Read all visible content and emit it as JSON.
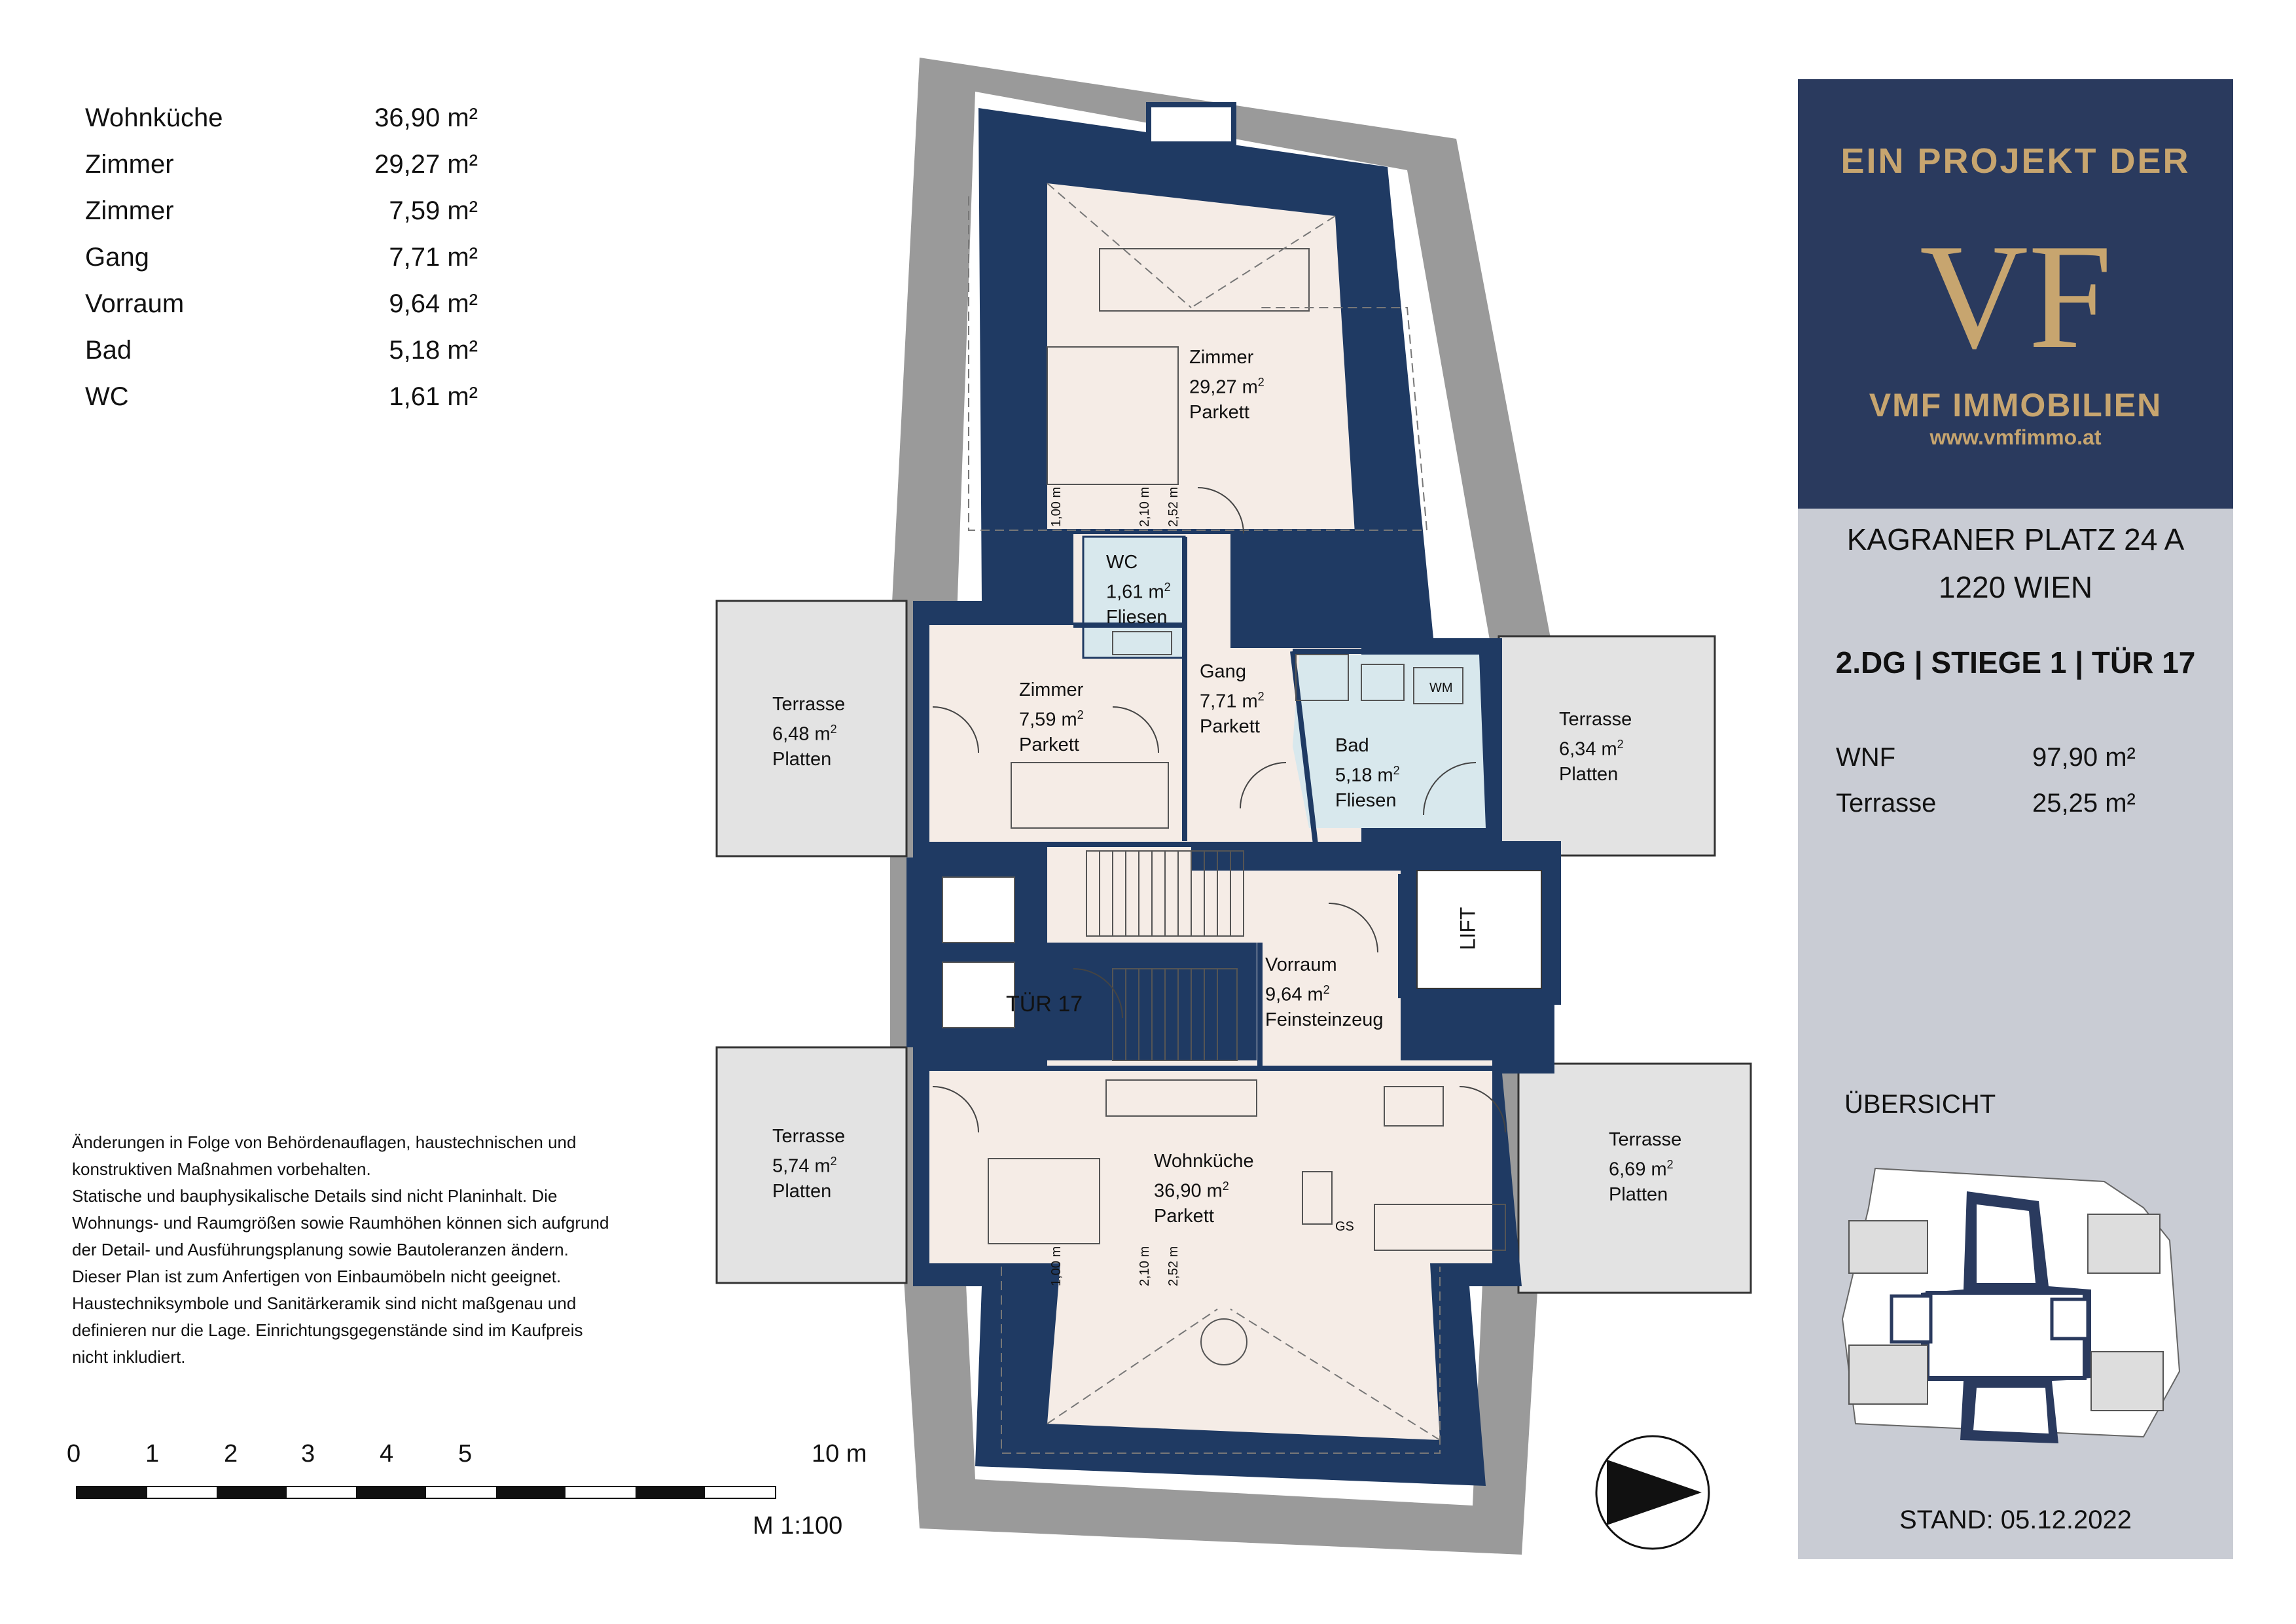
{
  "areas": [
    {
      "name": "Wohnküche",
      "value": "36,90 m²"
    },
    {
      "name": "Zimmer",
      "value": "29,27 m²"
    },
    {
      "name": "Zimmer",
      "value": "7,59 m²"
    },
    {
      "name": "Gang",
      "value": "7,71 m²"
    },
    {
      "name": "Vorraum",
      "value": "9,64 m²"
    },
    {
      "name": "Bad",
      "value": "5,18 m²"
    },
    {
      "name": "WC",
      "value": "1,61 m²"
    }
  ],
  "notes": "Änderungen in Folge von Behördenauflagen, haustechnischen und\nkonstruktiven Maßnahmen vorbehalten.\nStatische und bauphysikalische Details sind nicht Planinhalt. Die\nWohnungs- und Raumgrößen sowie Raumhöhen können sich aufgrund\nder Detail- und Ausführungsplanung sowie Bautoleranzen ändern.\nDieser Plan ist zum Anfertigen von Einbaumöbeln nicht geeignet.\nHaustechniksymbole und Sanitärkeramik sind nicht maßgenau und\ndefinieren nur die Lage. Einrichtungsgegenstände sind im Kaufpreis\nnicht inkludiert.",
  "scale": {
    "ticks": [
      "0",
      "1",
      "2",
      "3",
      "4",
      "5",
      "10 m"
    ],
    "label": "M 1:100"
  },
  "brand": {
    "tagline": "EIN PROJEKT DER",
    "logo": "VF",
    "name": "VMF IMMOBILIEN",
    "url": "www.vmfimmo.at",
    "accent": "#c7a56f",
    "background": "#2a3a5e"
  },
  "address": {
    "street": "KAGRANER PLATZ 24 A",
    "city": "1220 WIEN"
  },
  "unit": "2.DG | STIEGE 1 | TÜR 17",
  "totals": [
    {
      "label": "WNF",
      "value": "97,90 m²"
    },
    {
      "label": "Terrasse",
      "value": "25,25 m²"
    }
  ],
  "overview_label": "ÜBERSICHT",
  "stand": "STAND: 05.12.2022",
  "plan": {
    "rooms": {
      "zimmer_large": {
        "name": "Zimmer",
        "area": "29,27 m",
        "floor": "Parkett"
      },
      "wc": {
        "name": "WC",
        "area": "1,61 m",
        "floor": "Fliesen"
      },
      "zimmer_small": {
        "name": "Zimmer",
        "area": "7,59 m",
        "floor": "Parkett"
      },
      "gang": {
        "name": "Gang",
        "area": "7,71 m",
        "floor": "Parkett"
      },
      "bad": {
        "name": "Bad",
        "area": "5,18 m",
        "floor": "Fliesen"
      },
      "vorraum": {
        "name": "Vorraum",
        "area": "9,64 m",
        "floor": "Feinsteinzeug"
      },
      "wohnkueche": {
        "name": "Wohnküche",
        "area": "36,90 m",
        "floor": "Parkett"
      },
      "terrasse_tl": {
        "name": "Terrasse",
        "area": "6,48 m",
        "floor": "Platten"
      },
      "terrasse_tr": {
        "name": "Terrasse",
        "area": "6,34 m",
        "floor": "Platten"
      },
      "terrasse_bl": {
        "name": "Terrasse",
        "area": "5,74 m",
        "floor": "Platten"
      },
      "terrasse_br": {
        "name": "Terrasse",
        "area": "6,69 m",
        "floor": "Platten"
      }
    },
    "sq": "2",
    "door_label": "TÜR 17",
    "lift_label": "LIFT",
    "wm_label": "WM",
    "gs_label": "GS",
    "heights": [
      "1,00 m",
      "2,10 m",
      "2,52 m"
    ],
    "colors": {
      "wall": "#1f3a63",
      "roof": "#9a9a9a",
      "floor": "#f5ece6",
      "wet": "#d8e8ed",
      "terrace": "#e3e3e3"
    }
  }
}
